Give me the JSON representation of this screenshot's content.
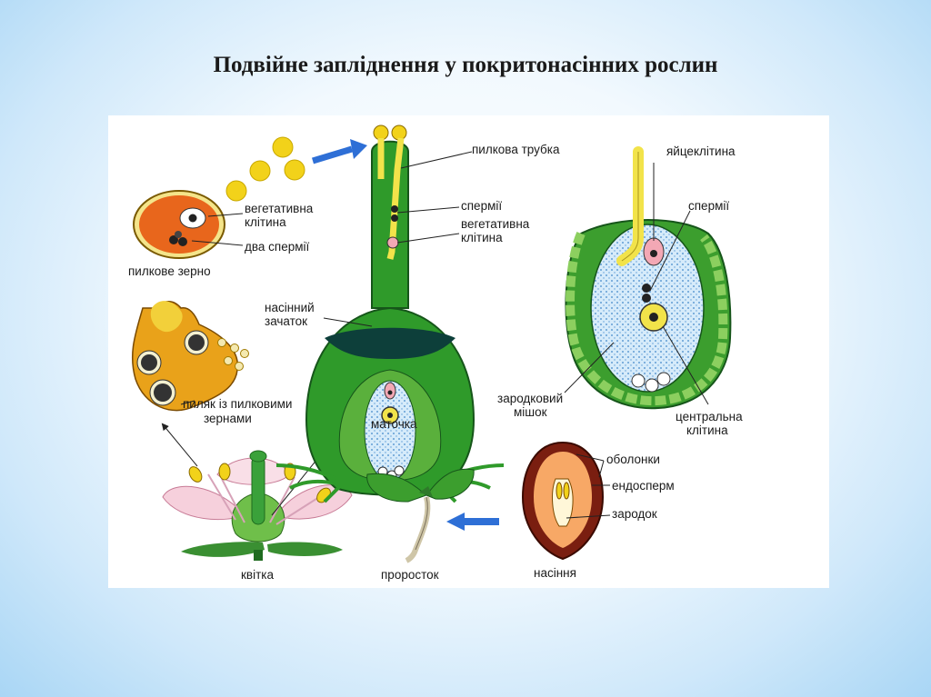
{
  "title": "Подвійне запліднення у покритонасінних рослин",
  "labels": {
    "pollen_grain": "пилкове зерно",
    "vegetative_cell_1": "вегетативна",
    "vegetative_cell_2": "клітина",
    "two_sperms": "два спермії",
    "anther_1": "пиляк із пилковими",
    "anther_2": "зернами",
    "flower": "квітка",
    "pollen_tube": "пилкова трубка",
    "sperms": "спермії",
    "veg_cell_b1": "вегетативна",
    "veg_cell_b2": "клітина",
    "ovule_1": "насінний",
    "ovule_2": "зачаток",
    "pistil": "маточка",
    "egg_cell": "яйцеклітина",
    "sperms_2": "спермії",
    "embryo_sac_1": "зародковий",
    "embryo_sac_2": "мішок",
    "central_cell_1": "центральна",
    "central_cell_2": "клітина",
    "coats": "оболонки",
    "endosperm": "ендосперм",
    "embryo": "зародок",
    "seed": "насіння",
    "sprout": "проросток"
  },
  "colors": {
    "green_dark": "#1f6b1f",
    "green": "#2f9a2a",
    "yellow": "#f2e34a",
    "blue_sac": "#cfe6f8",
    "orange": "#f29a1a",
    "arrow_blue": "#2e6fd6"
  }
}
